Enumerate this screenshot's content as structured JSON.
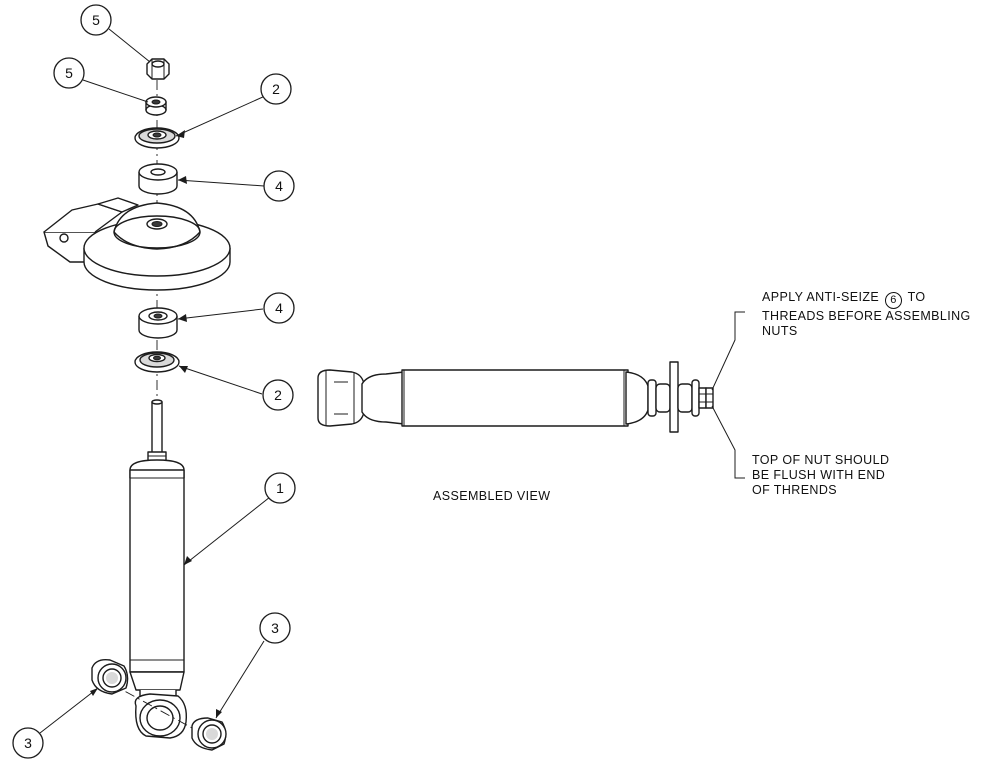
{
  "callouts": {
    "c5_top": "5",
    "c5_lower": "5",
    "c2_top": "2",
    "c4_top": "4",
    "c4_lower": "4",
    "c2_lower": "2",
    "c1": "1",
    "c3_right": "3",
    "c3_left": "3"
  },
  "notes": {
    "antiseize_line1_pre": "APPLY ANTI-SEIZE",
    "antiseize_ref": "6",
    "antiseize_line1_post": "TO",
    "antiseize_line2": "THREADS BEFORE ASSEMBLING",
    "antiseize_line3": "NUTS",
    "flush_line1": "TOP OF NUT SHOULD",
    "flush_line2": "BE FLUSH WITH END",
    "flush_line3": "OF THRENDS",
    "assembled_view": "ASSEMBLED VIEW"
  }
}
